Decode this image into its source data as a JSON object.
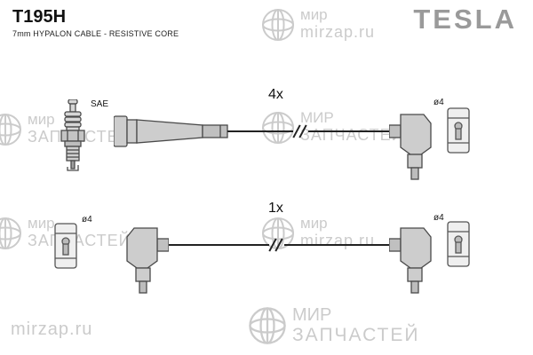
{
  "header": {
    "part_number": "T195H",
    "subtitle": "7mm HYPALON CABLE - RESISTIVE CORE",
    "brand": "TESLA"
  },
  "labels": {
    "spark_plug": "SAE",
    "row1_quantity": "4x",
    "row2_quantity": "1x",
    "diameter": "ø4"
  },
  "watermark": {
    "site_line1": "мир",
    "site_line2": "mirzap.ru",
    "parts_line1": "МИР",
    "parts_line2": "ЗАПЧАСТЕЙ"
  },
  "colors": {
    "boot_fill": "#cdcdcd",
    "outline": "#4a4a4a",
    "brand_gray": "#9a9a9a",
    "watermark_gray": "#c3c3c3"
  }
}
